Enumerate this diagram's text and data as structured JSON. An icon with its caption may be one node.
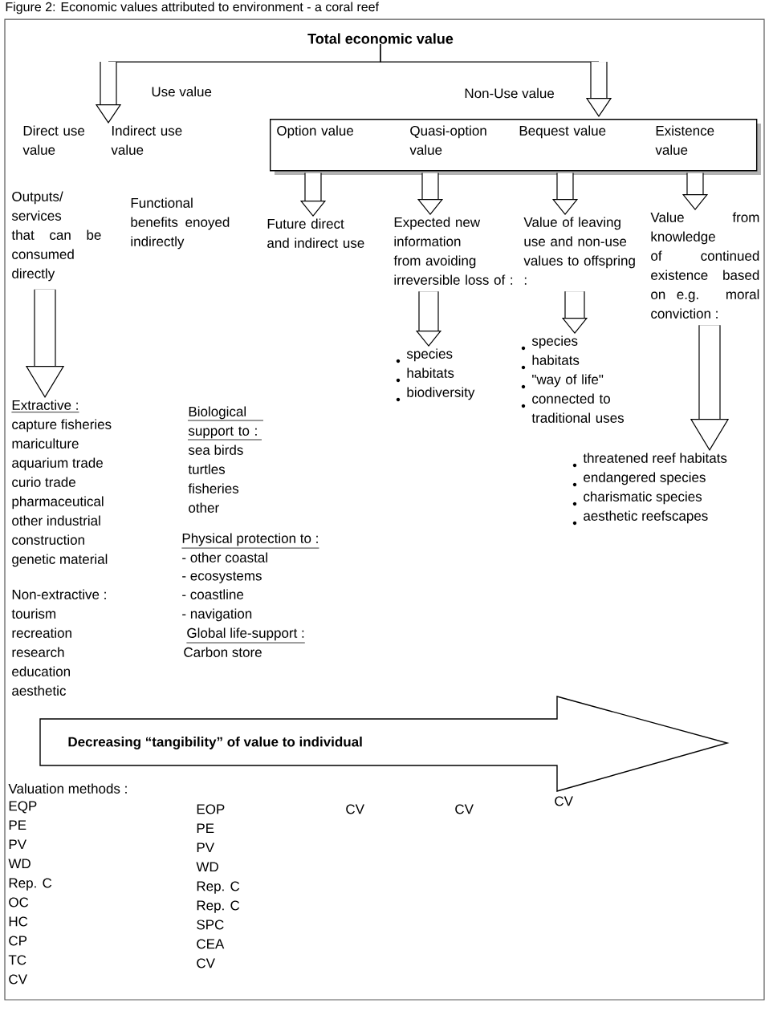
{
  "diagram": {
    "title": "Figure 2: Economic values attributed to environment - a coral reef",
    "nodes": [
      {
        "text": [
          "Total economic value"
        ]
      },
      {
        "text": [
          "Direct use value"
        ]
      },
      {
        "text": [
          "Indirect use value"
        ]
      },
      {
        "text": [],
        "shape": "box"
      },
      {
        "text": [
          "Option value"
        ],
        "in": 3
      },
      {
        "text": [
          "Quasi-option value"
        ],
        "in": 3
      },
      {
        "text": [
          "Bequest value"
        ],
        "in": 3
      },
      {
        "text": [
          "Existence value"
        ],
        "in": 3
      },
      {
        "text": [
          "Outputs/ services that can be consumed directly"
        ]
      },
      {
        "text": [
          "Future direct and indirect use"
        ]
      },
      {
        "text": [
          "Expected new information from avoiding irreversible loss of :"
        ]
      },
      {
        "text": [
          "Value of leaving use and non-use values to offspring :"
        ]
      },
      {
        "text": [
          "Value from knowledge of continued existence based on e.g. moral conviction :"
        ]
      },
      {
        "text": [
          "Extractive :",
          "capture fisheries",
          "mariculture",
          "aquarium trade",
          "curio trade",
          "pharmaceutical",
          "other industrial",
          "construction",
          "genetic material",
          "Non-extractive :",
          "tourism",
          "recreation",
          "research",
          "education",
          "aesthetic"
        ]
      },
      {
        "text": [
          "species",
          "habitats",
          "biodiversity"
        ]
      },
      {
        "text": [
          "species",
          "habitats",
          "\"way of life\"",
          "connected to traditional uses"
        ]
      },
      {
        "text": [
          "threatened reef habitats",
          "endangered species",
          "charismatic species",
          "aesthetic reefscapes"
        ]
      },
      {
        "text": [
          "Decreasing “tangibility” of value to individual"
        ]
      }
    ],
    "edges": [
      {
        "from": 0,
        "to": 1,
        "arrow": "to",
        "label": "Use value"
      },
      {
        "from": 0,
        "to": 2,
        "arrow": "to"
      },
      {
        "from": 0,
        "to": 3,
        "arrow": "to",
        "label": "Non-Use value"
      },
      {
        "from": 4,
        "to": 9,
        "arrow": "to"
      },
      {
        "from": 5,
        "to": 10,
        "arrow": "to"
      },
      {
        "from": 6,
        "to": 11,
        "arrow": "to"
      },
      {
        "from": 7,
        "to": 12,
        "arrow": "to"
      },
      {
        "from": 8,
        "to": 13,
        "arrow": "to"
      },
      {
        "from": 10,
        "to": 14,
        "arrow": "to"
      },
      {
        "from": 11,
        "to": 15,
        "arrow": "to"
      },
      {
        "from": 12,
        "to": 16,
        "arrow": "to"
      }
    ],
    "labels": [
      "Functional benefits enoyed indirectly",
      "Biological support to :",
      "sea birds",
      "turtles",
      "fisheries",
      "other",
      "Physical protection to :",
      "- other coastal",
      "- ecosystems",
      "- coastline",
      "- navigation",
      "Global life-support :",
      "Carbon store",
      "Valuation methods :",
      "EQP",
      "PE",
      "PV",
      "WD",
      "Rep. C",
      "OC",
      "HC",
      "CP",
      "TC",
      "CV",
      "EOP",
      "PE",
      "PV",
      "WD",
      "Rep. C",
      "Rep. C",
      "SPC",
      "CEA",
      "CV",
      "CV",
      "CV",
      "CV"
    ]
  }
}
